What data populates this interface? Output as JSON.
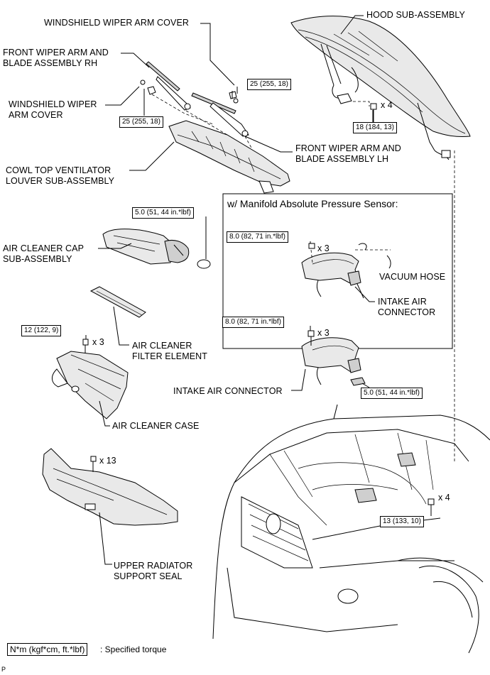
{
  "labels": {
    "windshield_wiper_arm_cover_top": "WINDSHIELD WIPER ARM COVER",
    "hood_sub_assembly": "HOOD SUB-ASSEMBLY",
    "front_wiper_arm_rh": "FRONT WIPER ARM AND\nBLADE ASSEMBLY RH",
    "windshield_wiper_arm_cover_left": "WINDSHIELD WIPER\nARM COVER",
    "front_wiper_arm_lh": "FRONT WIPER ARM AND\nBLADE ASSEMBLY LH",
    "cowl_top_ventilator": "COWL TOP VENTILATOR\nLOUVER SUB-ASSEMBLY",
    "manifold_box_title": "w/ Manifold Absolute Pressure Sensor:",
    "air_cleaner_cap": "AIR CLEANER CAP\nSUB-ASSEMBLY",
    "vacuum_hose": "VACUUM HOSE",
    "intake_air_connector_box": "INTAKE AIR\nCONNECTOR",
    "air_cleaner_filter": "AIR CLEANER\nFILTER ELEMENT",
    "intake_air_connector": "INTAKE AIR CONNECTOR",
    "air_cleaner_case": "AIR CLEANER CASE",
    "upper_radiator_support_seal": "UPPER RADIATOR\nSUPPORT SEAL"
  },
  "torques": {
    "wiper_rh": "25 (255, 18)",
    "wiper_lh": "25 (255, 18)",
    "hood": "18 (184, 13)",
    "air_cleaner_cap_clamp": "5.0 (51, 44 in.*lbf)",
    "box_intake_bolts": "8.0 (82, 71 in.*lbf)",
    "air_cleaner_case": "12 (122, 9)",
    "intake_bolts": "8.0 (82, 71 in.*lbf)",
    "intake_clamp": "5.0 (51, 44 in.*lbf)",
    "engine_bay": "13 (133, 10)"
  },
  "quantities": {
    "hood_bolts": "x 4",
    "box_intake_bolts": "x 3",
    "air_cleaner_case_bolts": "x 3",
    "intake_bolts": "x 3",
    "radiator_seal_clips": "x 13",
    "engine_bay_bolts": "x 4"
  },
  "legend": {
    "unit": "N*m (kgf*cm, ft.*lbf)",
    "text": ": Specified torque"
  },
  "footer_code": "P"
}
